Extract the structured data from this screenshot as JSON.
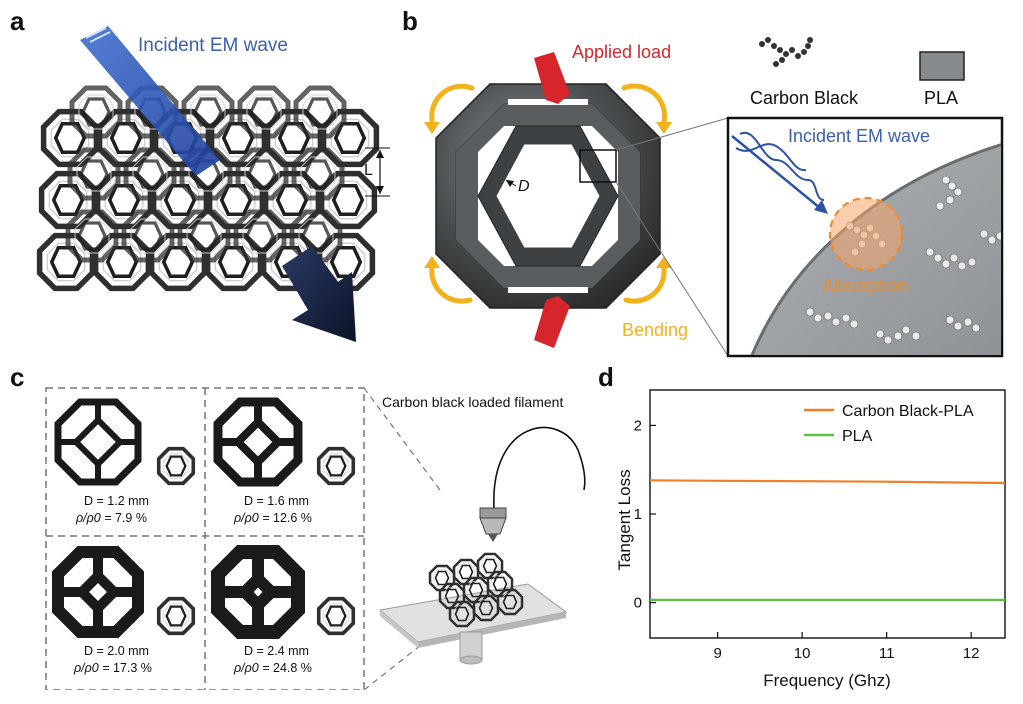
{
  "panels": {
    "a": {
      "letter": "a",
      "wave_label": "Incident EM wave",
      "dim_label": "L"
    },
    "b": {
      "letter": "b",
      "load_label": "Applied load",
      "bending_label": "Bending",
      "dim_label": "D",
      "legend": {
        "carbon_black": "Carbon Black",
        "pla": "PLA"
      },
      "inset": {
        "wave_label": "Incident EM wave",
        "absorption_label": "Absorption"
      }
    },
    "c": {
      "letter": "c",
      "filament_label": "Carbon black loaded filament",
      "cells": [
        {
          "d": "D = 1.2 mm",
          "rho_prefix": "ρ/ρ0 = ",
          "rho": "7.9 %"
        },
        {
          "d": "D = 1.6 mm",
          "rho_prefix": "ρ/ρ0 = ",
          "rho": "12.6 %"
        },
        {
          "d": "D = 2.0 mm",
          "rho_prefix": "ρ/ρ0 = ",
          "rho": "17.3 %"
        },
        {
          "d": "D = 2.4 mm",
          "rho_prefix": "ρ/ρ0 = ",
          "rho": "24.8 %"
        }
      ]
    },
    "d": {
      "letter": "d"
    }
  },
  "colors": {
    "em_wave": "#3a6fc0",
    "applied_load": "#d6262b",
    "bending": "#f2b21c",
    "absorption": "#f08a2c",
    "carbon_black_pla": "#f07f2a",
    "pla": "#5cc143"
  },
  "chart_data": {
    "type": "line",
    "xlabel": "Frequency (Ghz)",
    "ylabel": "Tangent Loss",
    "xlim": [
      8.2,
      12.4
    ],
    "ylim": [
      -0.4,
      2.4
    ],
    "xticks": [
      9,
      10,
      11,
      12
    ],
    "yticks": [
      0,
      1,
      2
    ],
    "grid": false,
    "legend_position": "top-right",
    "series": [
      {
        "name": "Carbon Black-PLA",
        "x": [
          8.2,
          9,
          10,
          11,
          12,
          12.4
        ],
        "y": [
          1.38,
          1.375,
          1.37,
          1.365,
          1.355,
          1.35
        ]
      },
      {
        "name": "PLA",
        "x": [
          8.2,
          9,
          10,
          11,
          12,
          12.4
        ],
        "y": [
          0.03,
          0.03,
          0.03,
          0.03,
          0.03,
          0.03
        ]
      }
    ]
  }
}
